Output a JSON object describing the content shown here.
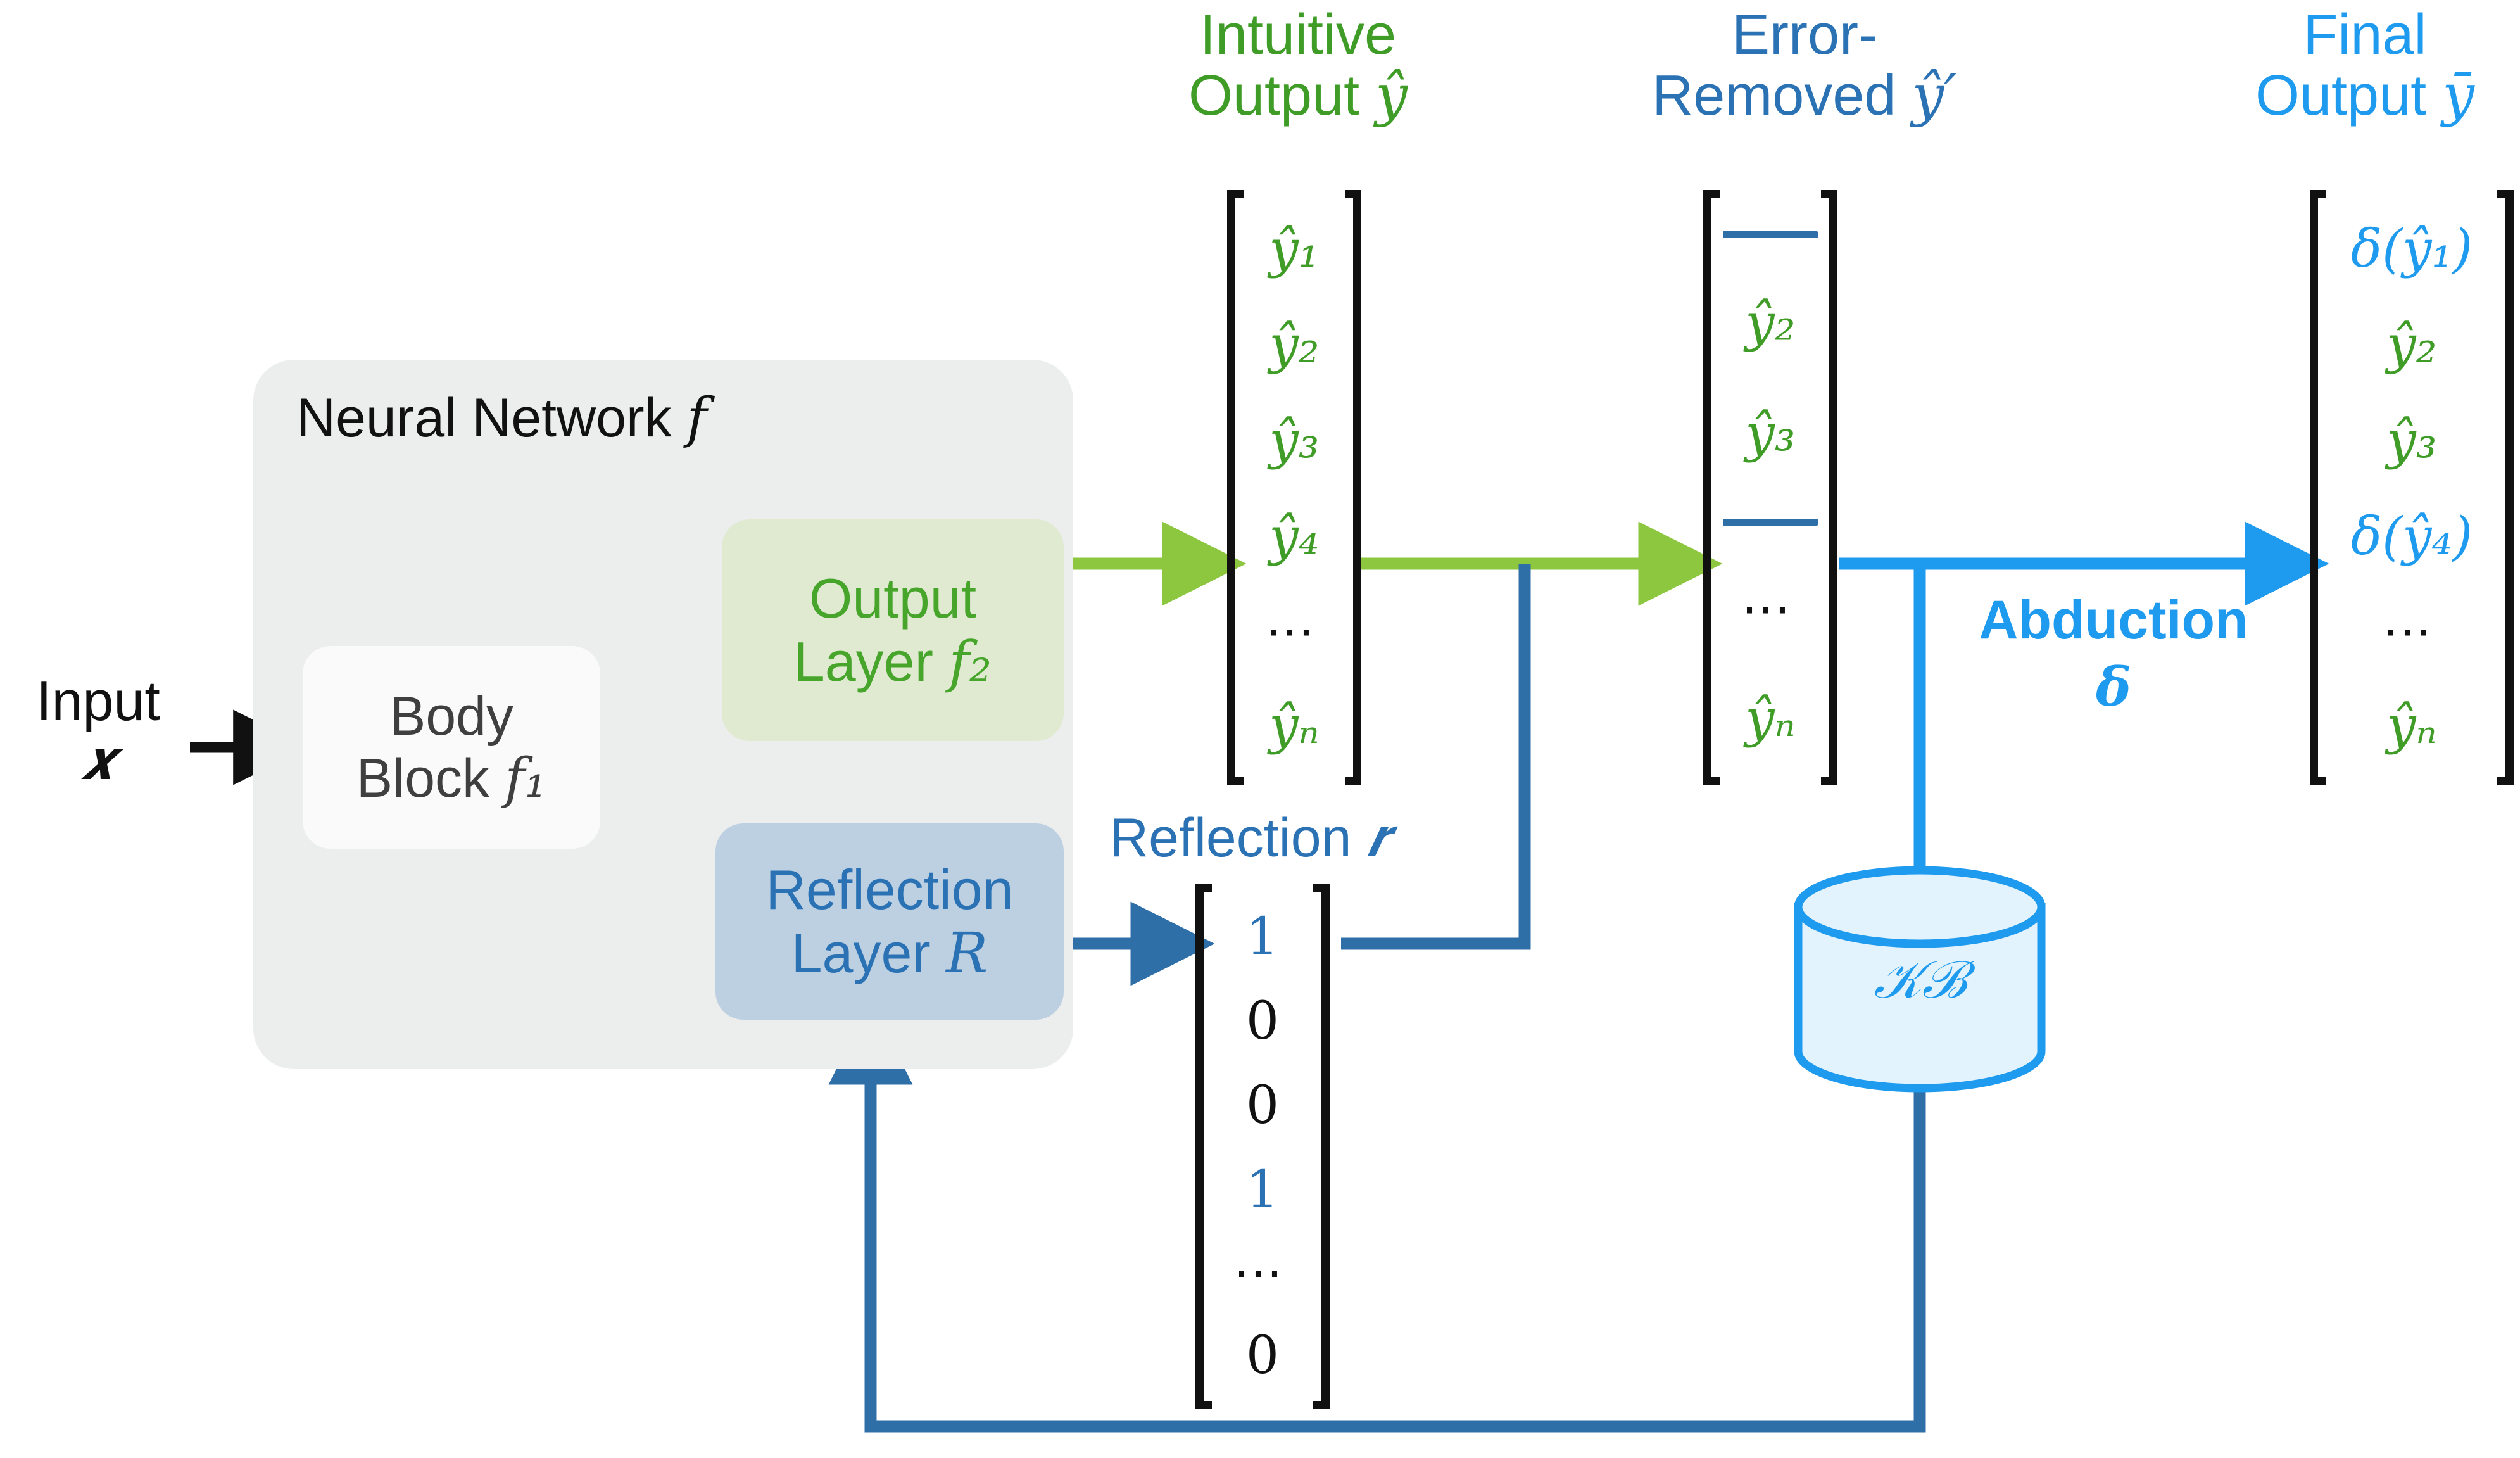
{
  "diagram": {
    "title_input": "Input",
    "input_symbol": "𝒙",
    "nn_title": "Neural Network",
    "nn_symbol": "f",
    "body_block": {
      "line1": "Body",
      "line2": "Block",
      "symbol": "f₁"
    },
    "output_layer": {
      "line1": "Output",
      "line2": "Layer",
      "symbol": "f₂"
    },
    "reflection_layer": {
      "line1": "Reflection",
      "line2": "Layer",
      "symbol": "R"
    },
    "reflection_caption": "Reflection",
    "reflection_caption_symbol": "𝒓",
    "abduction_label": "Abduction",
    "abduction_symbol": "𝜹",
    "kb_label": "𝒦ℬ"
  },
  "headers": {
    "intuitive": {
      "line1": "Intuitive",
      "line2": "Output",
      "symbol": "ŷ"
    },
    "error_removed": {
      "line1": "Error-",
      "line2": "Removed",
      "symbol": "ŷ′"
    },
    "final": {
      "line1": "Final",
      "line2": "Output",
      "symbol": "ȳ"
    }
  },
  "vectors": {
    "intuitive_output": {
      "name": "intuitive-output-vector",
      "cells": [
        {
          "text": "ŷ₁",
          "color": "green",
          "kind": "text"
        },
        {
          "text": "ŷ₂",
          "color": "green",
          "kind": "text"
        },
        {
          "text": "ŷ₃",
          "color": "green",
          "kind": "text"
        },
        {
          "text": "ŷ₄",
          "color": "green",
          "kind": "text"
        },
        {
          "text": "⋯",
          "color": "dark",
          "kind": "dots"
        },
        {
          "text": "ŷₙ",
          "color": "green",
          "kind": "text"
        }
      ]
    },
    "error_removed": {
      "name": "error-removed-vector",
      "cells": [
        {
          "text": "",
          "color": "steel",
          "kind": "strike"
        },
        {
          "text": "ŷ₂",
          "color": "green",
          "kind": "text"
        },
        {
          "text": "ŷ₃",
          "color": "green",
          "kind": "text"
        },
        {
          "text": "",
          "color": "steel",
          "kind": "strike"
        },
        {
          "text": "⋯",
          "color": "dark",
          "kind": "dots"
        },
        {
          "text": "ŷₙ",
          "color": "green",
          "kind": "text"
        }
      ]
    },
    "reflection": {
      "name": "reflection-vector",
      "cells": [
        {
          "text": "1",
          "color": "steel",
          "kind": "num"
        },
        {
          "text": "0",
          "color": "dark",
          "kind": "num"
        },
        {
          "text": "0",
          "color": "dark",
          "kind": "num"
        },
        {
          "text": "1",
          "color": "steel",
          "kind": "num"
        },
        {
          "text": "⋯",
          "color": "dark",
          "kind": "dots"
        },
        {
          "text": "0",
          "color": "dark",
          "kind": "num"
        }
      ]
    },
    "final_output": {
      "name": "final-output-vector",
      "cells": [
        {
          "text": "δ(ŷ₁)",
          "color": "blue",
          "kind": "text"
        },
        {
          "text": "ŷ₂",
          "color": "green",
          "kind": "text"
        },
        {
          "text": "ŷ₃",
          "color": "green",
          "kind": "text"
        },
        {
          "text": "δ(ŷ₄)",
          "color": "blue",
          "kind": "text"
        },
        {
          "text": "⋯",
          "color": "dark",
          "kind": "dots"
        },
        {
          "text": "ŷₙ",
          "color": "green",
          "kind": "text"
        }
      ]
    }
  },
  "colors": {
    "green_text": "#3f9c26",
    "green_box_text": "#46a52a",
    "green_box_fill": "#dfead1",
    "green_arrow": "#8dc63f",
    "steel_blue": "#2b72b5",
    "steel_arrow": "#2f6fa8",
    "bright_blue": "#1e9aef",
    "reflection_box_fill": "#bdd0e2",
    "nn_fill": "#eceded",
    "body_fill": "#fafafa",
    "kb_fill": "#e2f3fd",
    "black": "#111111"
  }
}
